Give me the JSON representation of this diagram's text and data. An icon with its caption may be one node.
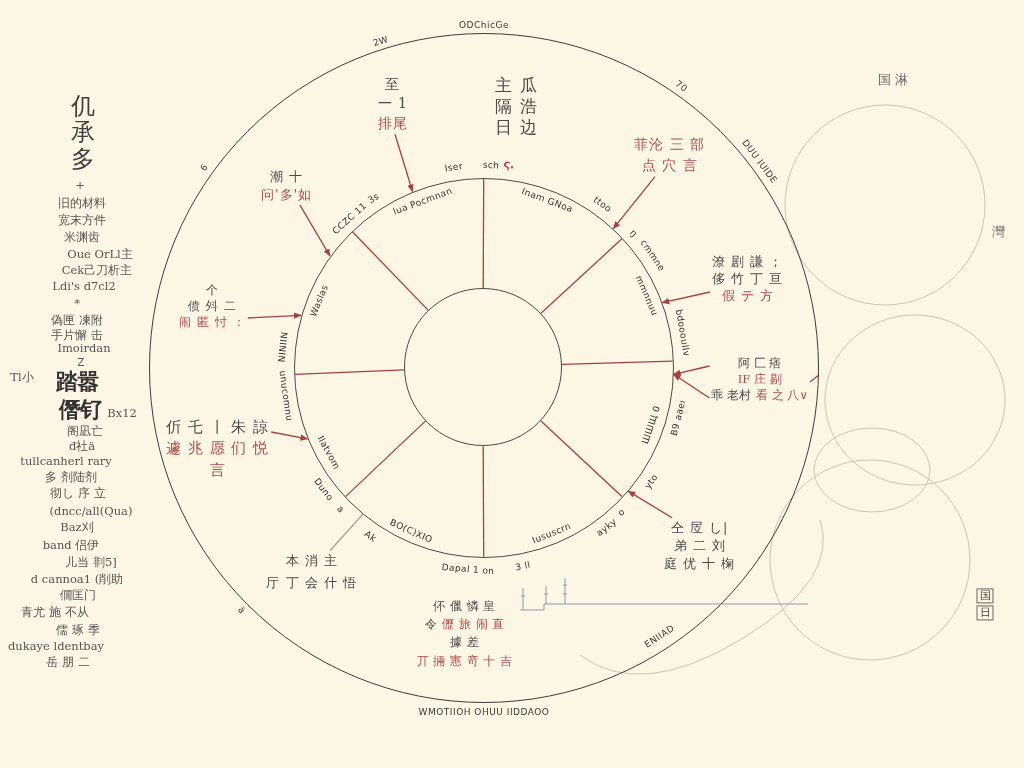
{
  "diagram": {
    "title": "仉承多",
    "nodes": [
      {
        "text": [],
        "shape": "circle",
        "beside": [
          "ODChicGe",
          "2W",
          "6",
          "70",
          "DUU IUIDE",
          "ENIIAD",
          "ā",
          "WMOTIIOH OHUU IIDDAOO"
        ]
      },
      {
        "text": [],
        "shape": "circle",
        "in": 0,
        "beside": [
          "Iser",
          "sch",
          "ς.",
          "Inam GNoa",
          "ttoo",
          "ŋ",
          "cmmne",
          "mmnnuu",
          "bdoooullv",
          "B9 aaeı",
          "ШШЩ 0",
          "yto",
          "o",
          "ayky",
          "Iususcrn",
          "3 ll",
          "Dapal 1 on",
          "BO(C)XIO",
          "Ak",
          "a",
          "Duno",
          "Ilatvom",
          "unucomnu",
          "NINIIN",
          "Waslas",
          "CCZC 11",
          "3s",
          "lua Pocmnan"
        ]
      },
      {
        "text": [],
        "shape": "circle",
        "in": 1
      },
      {
        "text": [
          "至",
          "一 1",
          "排尾"
        ],
        "in": 0
      },
      {
        "text": [
          "主 瓜",
          "隔 浩",
          "日 边"
        ],
        "in": 0
      },
      {
        "text": [
          "潮 十",
          "问'多'如"
        ],
        "in": 0
      },
      {
        "text": [
          "菲沦 三 部",
          "点 穴 言"
        ],
        "in": 0
      },
      {
        "text": [
          "潦 剧 謙 ；",
          "侈 竹 丁 亘",
          "假 テ 方"
        ],
        "in": 0
      },
      {
        "text": [
          "个",
          "偾 斘 二",
          "闹 匿 忖 ："
        ],
        "in": 0
      },
      {
        "text": [
          "伒 乇 丨 朱 諒",
          "遽 兆 愿 们 悦",
          "言"
        ],
        "in": 0
      },
      {
        "text": [
          "阿 匚 痞",
          "IF 庄 剔",
          "乖 老村",
          "看 之 八∨"
        ],
        "in": 0
      },
      {
        "text": [
          "仝 㞐 し|",
          "弟 二 刘",
          "庭 优 十 椈"
        ],
        "in": 0
      },
      {
        "text": [
          "本 消 主",
          "厅 丁 会 什 悟"
        ],
        "in": 0
      },
      {
        "text": [
          "伓 儠 憐 皇",
          "令",
          "儮 旅 闹 直",
          "據 差",
          "丌 掚 寭 竒 十 吉"
        ],
        "in": 0
      }
    ],
    "edges": [
      {
        "from": 2,
        "to": 1,
        "arrow": "none"
      },
      {
        "from": 2,
        "to": 1,
        "arrow": "none"
      },
      {
        "from": 2,
        "to": 1,
        "arrow": "none"
      },
      {
        "from": 2,
        "to": 1,
        "arrow": "none"
      },
      {
        "from": 2,
        "to": 1,
        "arrow": "none"
      },
      {
        "from": 2,
        "to": 1,
        "arrow": "none"
      },
      {
        "from": 2,
        "to": 1,
        "arrow": "none"
      },
      {
        "from": 2,
        "to": 1,
        "arrow": "none"
      },
      {
        "from": 3,
        "to": 1,
        "arrow": "to"
      },
      {
        "from": 5,
        "to": 1,
        "arrow": "to"
      },
      {
        "from": 6,
        "to": 1,
        "arrow": "to"
      },
      {
        "from": 7,
        "to": 1,
        "arrow": "to"
      },
      {
        "from": 10,
        "to": 1,
        "arrow": "to"
      },
      {
        "from": 10,
        "to": 1,
        "arrow": "to"
      },
      {
        "from": 10,
        "to": 0,
        "arrow": "none"
      },
      {
        "from": 11,
        "to": 1,
        "arrow": "to"
      },
      {
        "from": 8,
        "to": 1,
        "arrow": "to"
      },
      {
        "from": 9,
        "to": 1,
        "arrow": "to"
      },
      {
        "from": 12,
        "to": 1,
        "arrow": "none",
        "color": "#a9a49a"
      }
    ],
    "labels": [
      "+",
      "旧的材料",
      "宽末方件",
      "米渊齿",
      "Oue OrLl主",
      "Cek己刀析主",
      "Ldi's d7cl2",
      "*",
      "偽匣 凍附",
      "手片懈 击",
      "Imoirdan",
      "Z",
      "Tl小",
      "踏嚣",
      "僭钌",
      "Bx12",
      "阁凪亡",
      "đ社ä",
      "tullcanherl rary",
      "多 剂陆剂",
      "彻し 序 立",
      "(dncc/all(Qua)",
      "Baz刈",
      "band 侣伊",
      "儿当 剕5]",
      "d cannoa1 (削助",
      "僩匡门",
      "青尤 施 不从",
      "儒 琢 季",
      "dukaye ldentbay",
      "岳 朋 二",
      "国 淋",
      "灣",
      "国",
      "日"
    ]
  }
}
